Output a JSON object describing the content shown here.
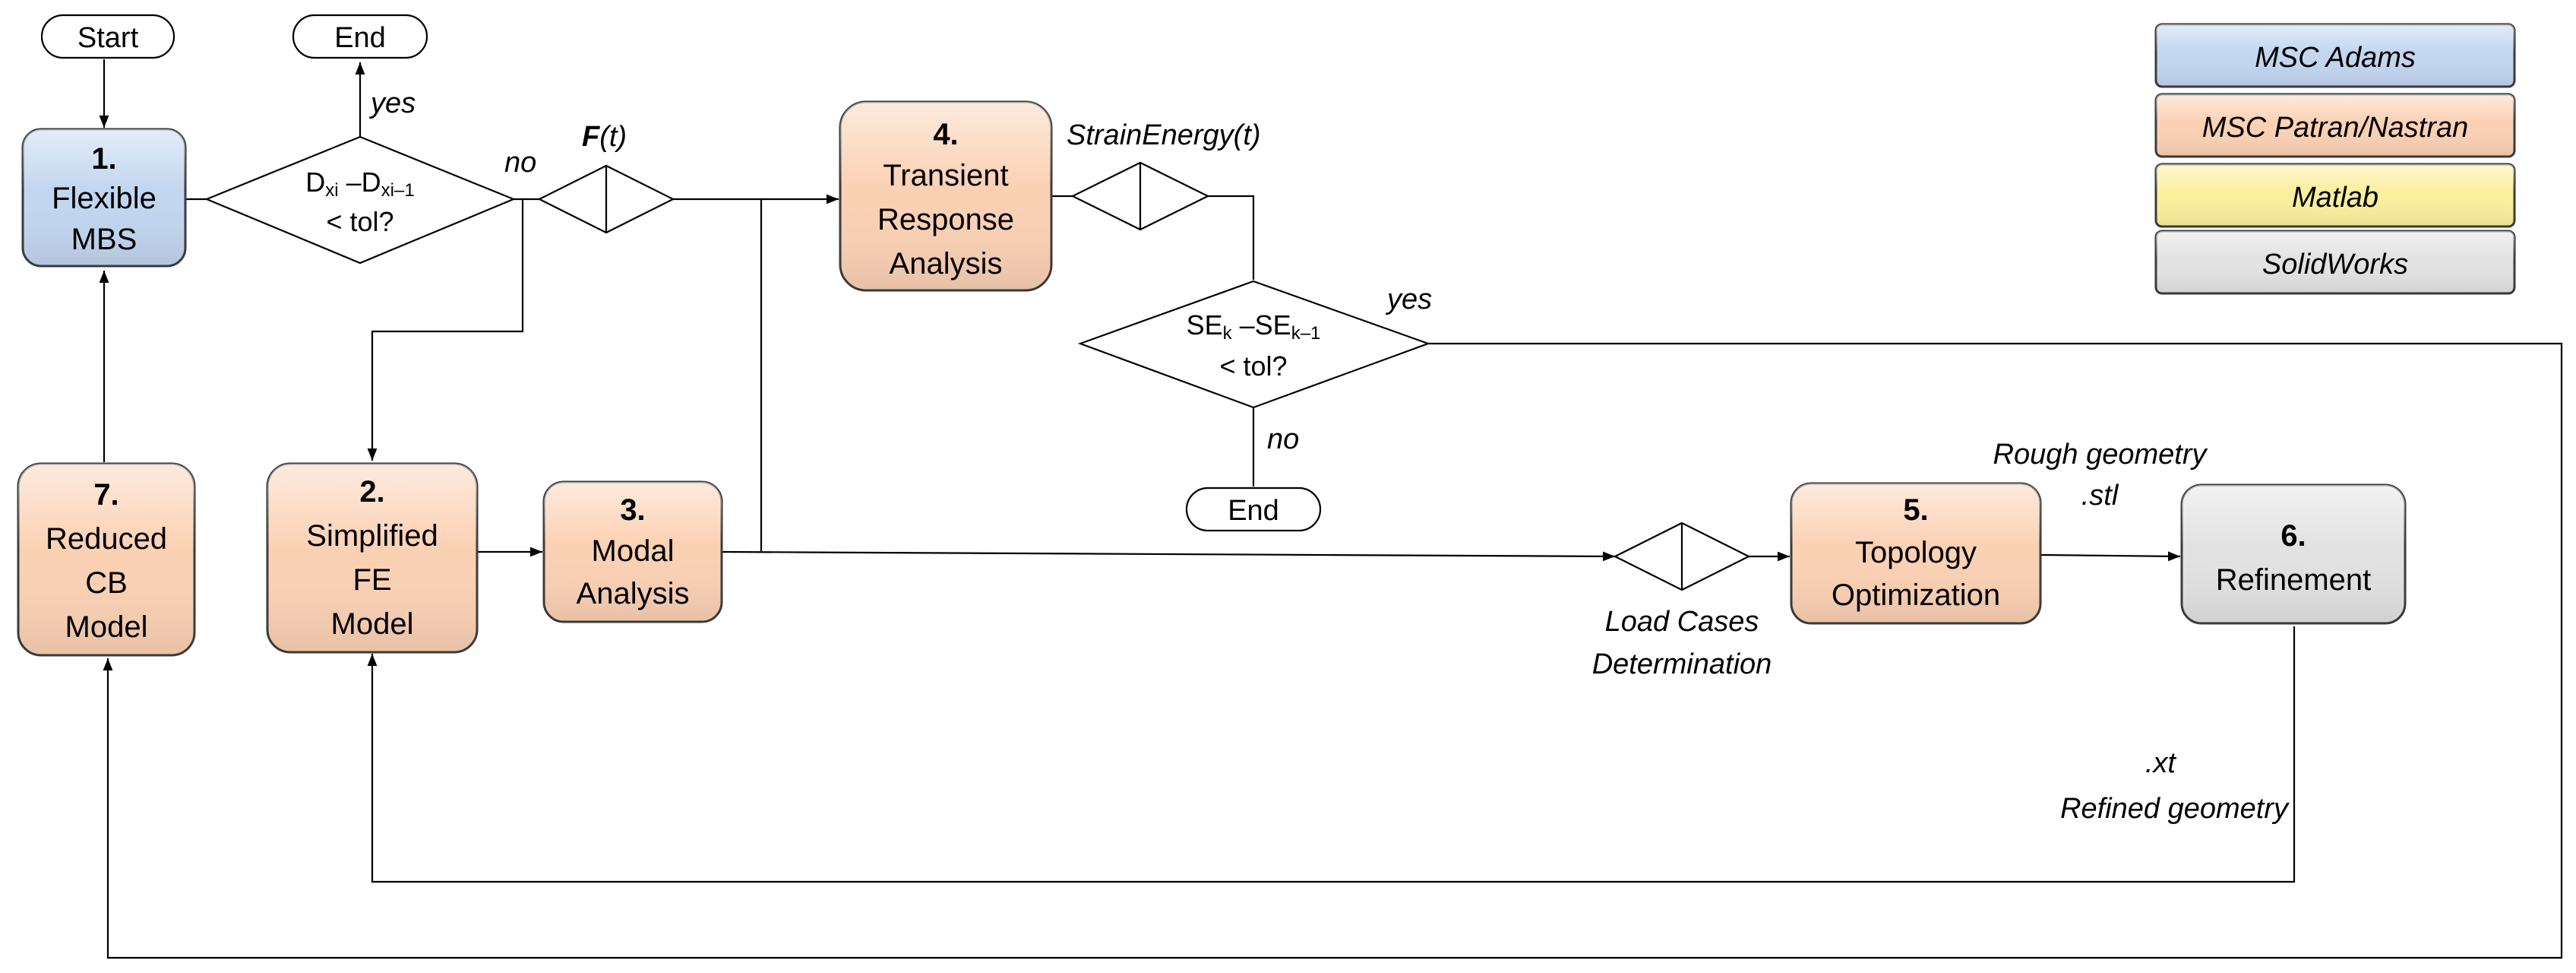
{
  "colors": {
    "adams": "#c2d6f0",
    "patran": "#fbd1b4",
    "matlab": "#fcef9c",
    "solidworks": "#e2e2e2",
    "stroke": "#3b3b3b"
  },
  "legend": [
    {
      "key": "adams",
      "label": "MSC Adams"
    },
    {
      "key": "patran",
      "label": "MSC Patran/Nastran"
    },
    {
      "key": "matlab",
      "label": "Matlab"
    },
    {
      "key": "solidworks",
      "label": "SolidWorks"
    }
  ],
  "terminals": {
    "start": "Start",
    "end_top": "End",
    "end_bottom": "End"
  },
  "boxes": {
    "b1": {
      "num": "1.",
      "lines": [
        "Flexible",
        "MBS"
      ]
    },
    "b2": {
      "num": "2.",
      "lines": [
        "Simplified",
        "FE",
        "Model"
      ]
    },
    "b3": {
      "num": "3.",
      "lines": [
        "Modal",
        "Analysis"
      ]
    },
    "b4": {
      "num": "4.",
      "lines": [
        "Transient",
        "Response",
        "Analysis"
      ]
    },
    "b5": {
      "num": "5.",
      "lines": [
        "Topology",
        "Optimization"
      ]
    },
    "b6": {
      "num": "6.",
      "lines": [
        "Refinement"
      ]
    },
    "b7": {
      "num": "7.",
      "lines": [
        "Reduced",
        "CB",
        "Model"
      ]
    }
  },
  "decisions": {
    "d1": {
      "line1_a": "D",
      "line1_sub1": "xi",
      "line1_b": " –D",
      "line1_sub2": "xi–1",
      "line2": "< tol?"
    },
    "d2": {
      "line1_a": "SE",
      "line1_sub1": "k",
      "line1_b": " –SE",
      "line1_sub2": "k–1",
      "line2": "< tol?"
    }
  },
  "labels": {
    "yes_top": "yes",
    "no_top": "no",
    "force_bold": "F",
    "force_rest": "(t)",
    "strain_energy": "StrainEnergy(t)",
    "yes_right": "yes",
    "no_bottom": "no",
    "load_cases_1": "Load Cases",
    "load_cases_2": "Determination",
    "rough_1": "Rough geometry",
    "rough_2": ".stl",
    "xt": ".xt",
    "refined": "Refined geometry"
  }
}
